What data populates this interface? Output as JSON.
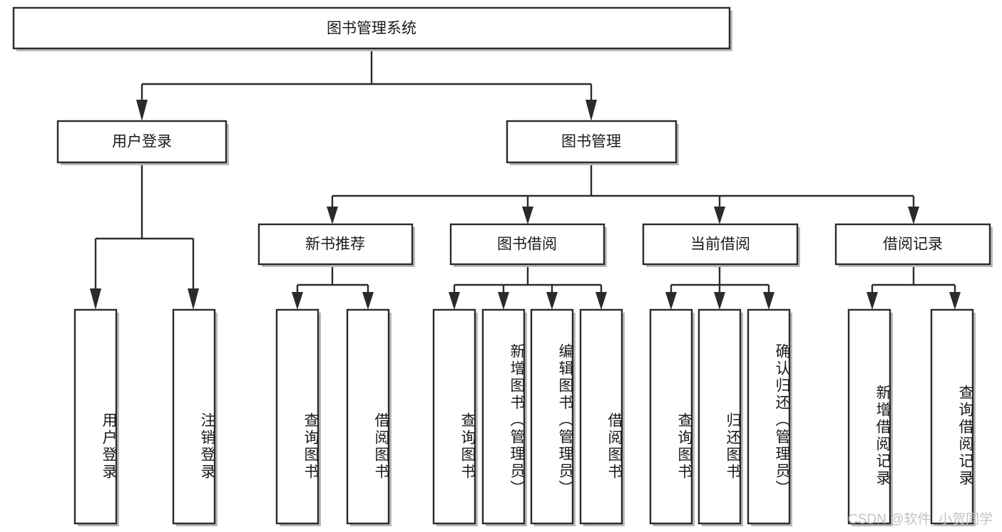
{
  "diagram": {
    "title": "图书管理系统",
    "type": "tree",
    "watermark": "CSDN @软件_小贺同学",
    "colors": {
      "box_stroke": "#2b2b2b",
      "box_fill": "#ffffff",
      "text": "#1a1a1a",
      "background": "#ffffff",
      "watermark": "#c2c2c2"
    },
    "levels": {
      "root": {
        "label": "图书管理系统"
      },
      "level2": [
        {
          "label": "用户登录"
        },
        {
          "label": "图书管理"
        }
      ],
      "level3": [
        {
          "label": "新书推荐"
        },
        {
          "label": "图书借阅"
        },
        {
          "label": "当前借阅"
        },
        {
          "label": "借阅记录"
        }
      ],
      "leaves": {
        "user_login": [
          {
            "label": "用户登录"
          },
          {
            "label": "注销登录"
          }
        ],
        "new_book_recommend": [
          {
            "label": "查询图书"
          },
          {
            "label": "借阅图书"
          }
        ],
        "book_borrow": [
          {
            "label": "查询图书"
          },
          {
            "label": "新增图书（管理员）"
          },
          {
            "label": "编辑图书（管理员）"
          },
          {
            "label": "借阅图书"
          }
        ],
        "current_borrow": [
          {
            "label": "查询图书"
          },
          {
            "label": "归还图书"
          },
          {
            "label": "确认归还（管理员）"
          }
        ],
        "borrow_records": [
          {
            "label": "新增借阅记录"
          },
          {
            "label": "查询借阅记录"
          }
        ]
      }
    }
  }
}
